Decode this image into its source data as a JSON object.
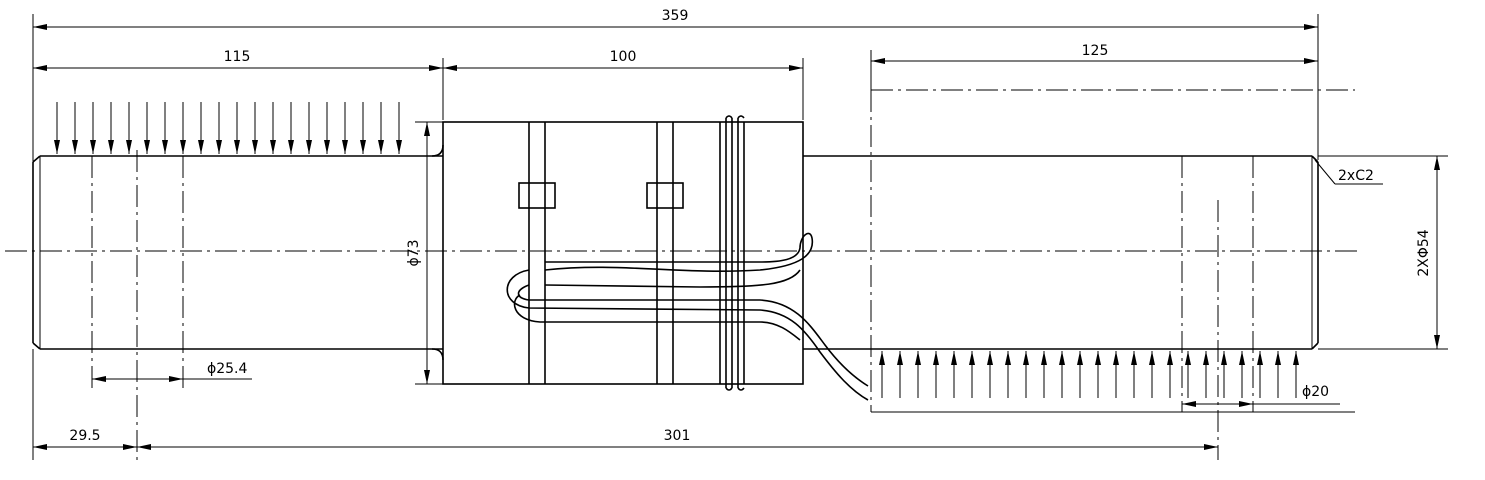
{
  "dimensions": {
    "overall_length": "359",
    "left_section_length": "115",
    "middle_section_length": "100",
    "right_section_length": "125",
    "left_bore_spacing": "ϕ25.4",
    "middle_diameter": "ϕ73",
    "roll_diameter": "2XΦ54",
    "chamfer": "2xC2",
    "right_bore_spacing": "ϕ20",
    "left_offset": "29.5",
    "center_span": "301"
  }
}
